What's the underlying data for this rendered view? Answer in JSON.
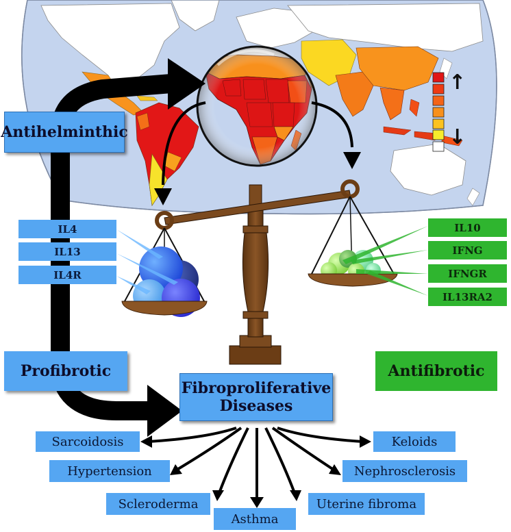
{
  "labels": {
    "antihelminthic": "Antihelminthic",
    "profibrotic": "Profibrotic",
    "antifibrotic": "Antifibrotic",
    "fibro_line1": "Fibroproliferative",
    "fibro_line2": "Diseases"
  },
  "profibrotic_genes": [
    "IL4",
    "IL13",
    "IL4R"
  ],
  "antifibrotic_genes": [
    "IL10",
    "IFNG",
    "IFNGR",
    "IL13RA2"
  ],
  "diseases": [
    "Sarcoidosis",
    "Keloids",
    "Hypertension",
    "Nephrosclerosis",
    "Scleroderma",
    "Uterine fibroma",
    "Asthma"
  ],
  "legend": {
    "colors": [
      "#e01515",
      "#ee3a14",
      "#f46418",
      "#f8901c",
      "#fbc21f",
      "#f7ec2c",
      "#ffffff"
    ],
    "up_symbol": "↑",
    "down_symbol": "↓"
  },
  "colors": {
    "profibrotic": "#55a6f2",
    "antifibrotic": "#2fb52f",
    "scale": "#7a4a1f",
    "ocean": "#c4d4ee"
  },
  "icons": [
    "world-map-icon",
    "magnifier-lens-icon",
    "balance-scale-icon"
  ]
}
